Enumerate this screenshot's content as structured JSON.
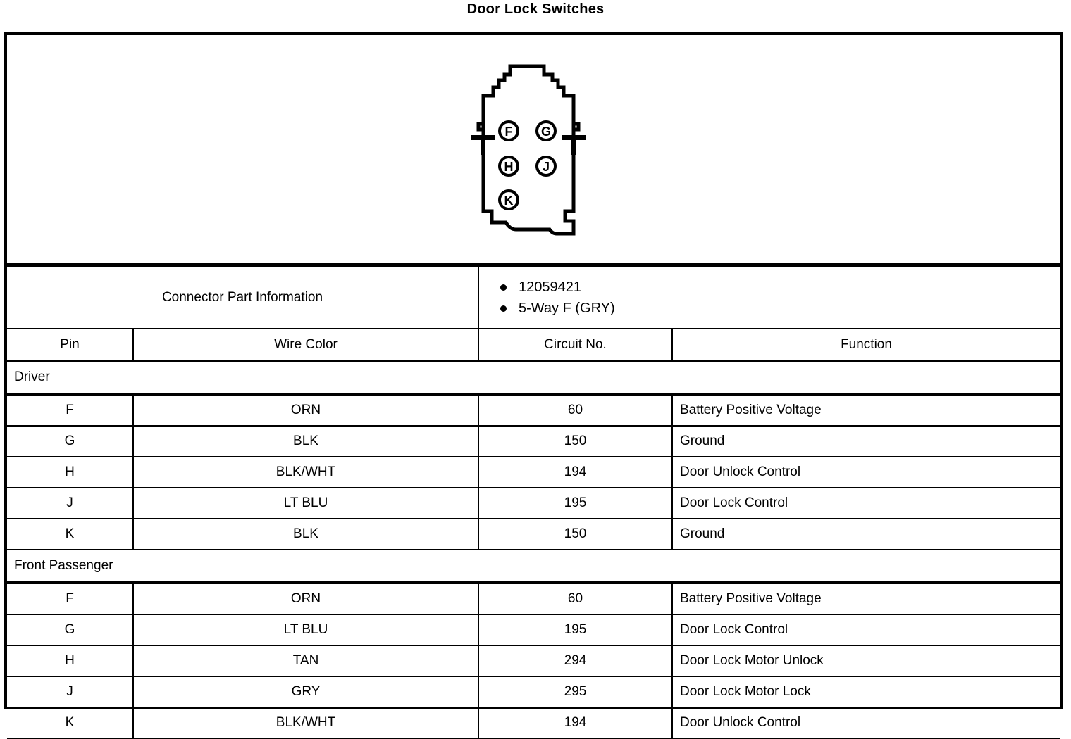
{
  "page": {
    "title": "Door Lock Switches"
  },
  "connector": {
    "diagram_name": "5-way-female-connector-face-view",
    "pins": [
      {
        "label": "F",
        "col": 0,
        "row": 0
      },
      {
        "label": "G",
        "col": 1,
        "row": 0
      },
      {
        "label": "H",
        "col": 0,
        "row": 1
      },
      {
        "label": "J",
        "col": 1,
        "row": 1
      },
      {
        "label": "K",
        "col": 0,
        "row": 2
      }
    ]
  },
  "connector_part_information": {
    "label": "Connector Part Information",
    "items": [
      "12059421",
      "5-Way F (GRY)"
    ]
  },
  "table": {
    "headers": {
      "pin": "Pin",
      "wire_color": "Wire Color",
      "circuit_no": "Circuit No.",
      "function": "Function"
    },
    "groups": [
      {
        "name": "Driver",
        "rows": [
          {
            "pin": "F",
            "wire_color": "ORN",
            "circuit_no": "60",
            "function": "Battery Positive Voltage"
          },
          {
            "pin": "G",
            "wire_color": "BLK",
            "circuit_no": "150",
            "function": "Ground"
          },
          {
            "pin": "H",
            "wire_color": "BLK/WHT",
            "circuit_no": "194",
            "function": "Door Unlock Control"
          },
          {
            "pin": "J",
            "wire_color": "LT BLU",
            "circuit_no": "195",
            "function": "Door Lock Control"
          },
          {
            "pin": "K",
            "wire_color": "BLK",
            "circuit_no": "150",
            "function": "Ground"
          }
        ]
      },
      {
        "name": "Front Passenger",
        "rows": [
          {
            "pin": "F",
            "wire_color": "ORN",
            "circuit_no": "60",
            "function": "Battery Positive Voltage"
          },
          {
            "pin": "G",
            "wire_color": "LT BLU",
            "circuit_no": "195",
            "function": "Door Lock Control"
          },
          {
            "pin": "H",
            "wire_color": "TAN",
            "circuit_no": "294",
            "function": "Door Lock Motor Unlock"
          },
          {
            "pin": "J",
            "wire_color": "GRY",
            "circuit_no": "295",
            "function": "Door Lock Motor Lock"
          },
          {
            "pin": "K",
            "wire_color": "BLK/WHT",
            "circuit_no": "194",
            "function": "Door Unlock Control"
          }
        ]
      }
    ]
  },
  "colors": {
    "ink": "#000000",
    "paper": "#ffffff"
  }
}
